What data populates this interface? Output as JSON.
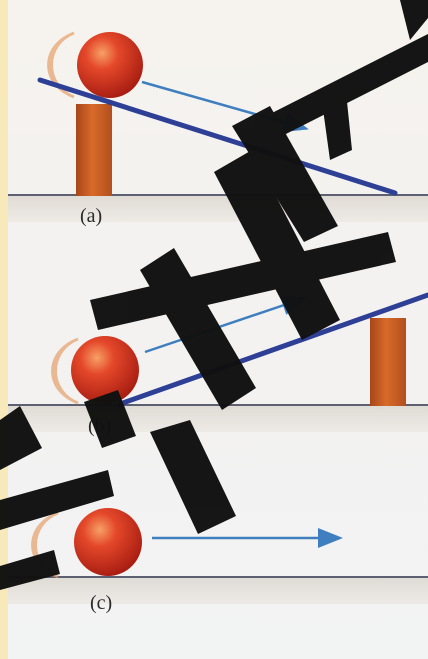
{
  "panels": [
    {
      "label": "(a)"
    },
    {
      "label": "(b)"
    },
    {
      "label": "(c)"
    }
  ],
  "colors": {
    "ball": "#d8321c",
    "ramp": "#2e3f96",
    "arrow": "#3f7fc0",
    "block": "#c85a1f",
    "watermark": "#111111"
  },
  "icons": [
    "ball",
    "ramp",
    "velocity-arrow",
    "block",
    "watermark"
  ]
}
